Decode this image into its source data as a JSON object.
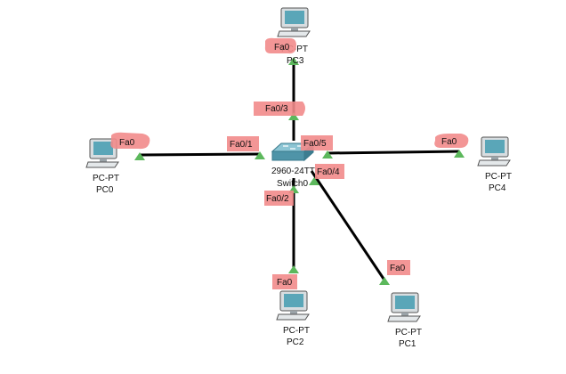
{
  "colors": {
    "link": "#000000",
    "port_up": "#5cb85c",
    "port_label_bg": "#f28b8b",
    "pc_screen": "#5aa6b8",
    "pc_body": "#d8dde0",
    "switch_body": "#4f94a8"
  },
  "switch": {
    "model": "2960-24TT",
    "name": "Switch0",
    "icon": "switch-icon"
  },
  "pcs": {
    "pc0": {
      "type": "PC-PT",
      "name": "PC0",
      "port": "Fa0",
      "switch_port": "Fa0/1",
      "icon": "pc-icon"
    },
    "pc1": {
      "type": "PC-PT",
      "name": "PC1",
      "port": "Fa0",
      "switch_port": "Fa0/4",
      "icon": "pc-icon"
    },
    "pc2": {
      "type": "PC-PT",
      "name": "PC2",
      "port": "Fa0",
      "switch_port": "Fa0/2",
      "icon": "pc-icon"
    },
    "pc3": {
      "type": "PC-PT",
      "name": "PC3",
      "port": "Fa0",
      "switch_port": "Fa0/3",
      "icon": "pc-icon"
    },
    "pc4": {
      "type": "PC-PT",
      "name": "PC4",
      "port": "Fa0",
      "switch_port": "Fa0/5",
      "icon": "pc-icon"
    }
  }
}
